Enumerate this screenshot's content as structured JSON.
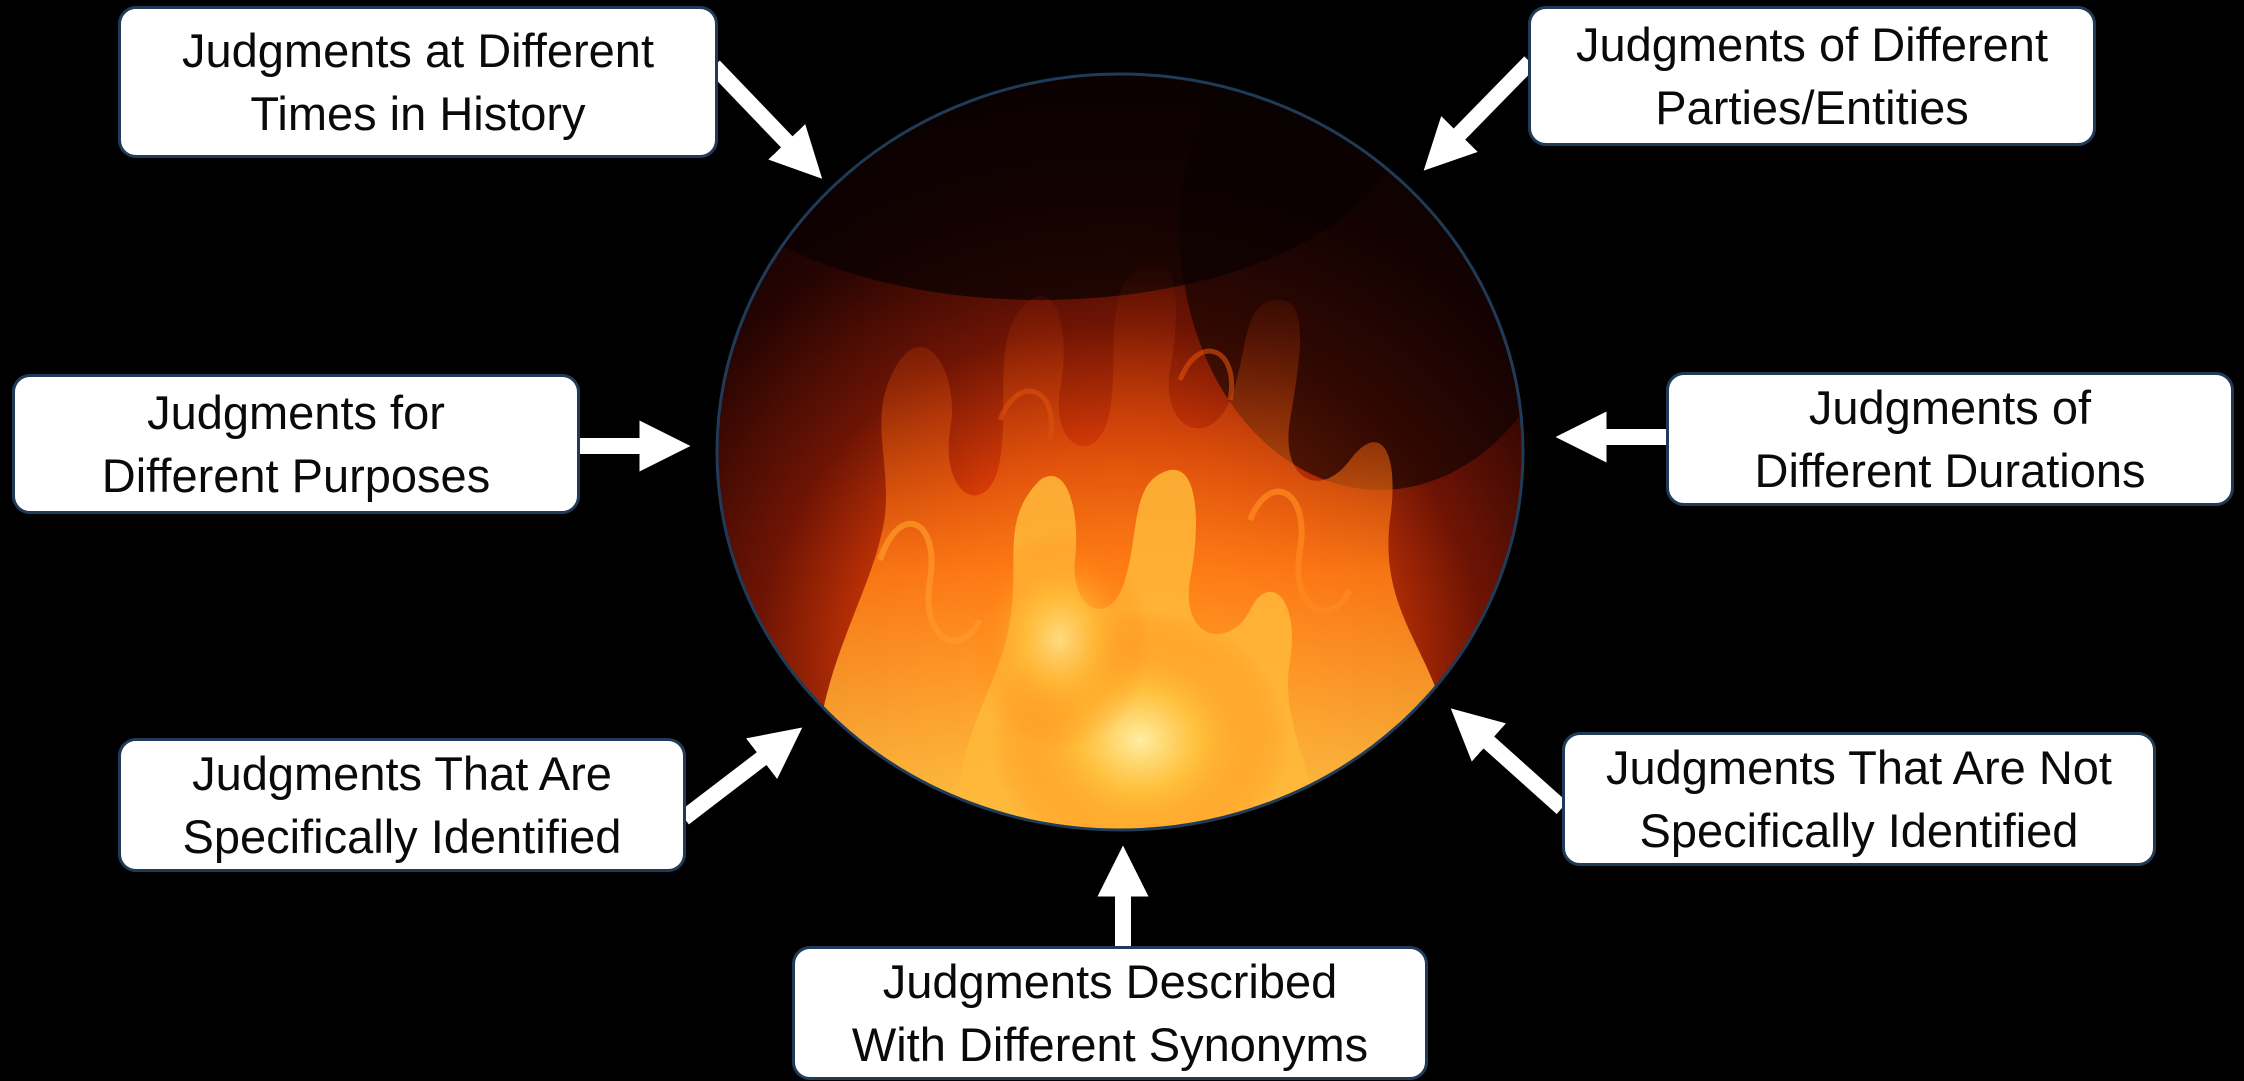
{
  "diagram": {
    "center": {
      "image": "fire-flames-image",
      "border_color": "#1f3b57"
    },
    "colors": {
      "background": "#000000",
      "box_fill": "#ffffff",
      "box_border": "#1f3b57",
      "arrow": "#ffffff",
      "text": "#0a0a0a"
    },
    "labels": {
      "top_left": {
        "line1": "Judgments at Different",
        "line2": "Times in History"
      },
      "top_right": {
        "line1": "Judgments of Different",
        "line2": "Parties/Entities"
      },
      "middle_left": {
        "line1": "Judgments for",
        "line2": "Different Purposes"
      },
      "middle_right": {
        "line1": "Judgments of",
        "line2": "Different Durations"
      },
      "bottom_left": {
        "line1": "Judgments That Are",
        "line2": "Specifically Identified"
      },
      "bottom_right": {
        "line1": "Judgments That Are Not",
        "line2": "Specifically Identified"
      },
      "bottom": {
        "line1": "Judgments Described",
        "line2": "With Different Synonyms"
      }
    }
  }
}
